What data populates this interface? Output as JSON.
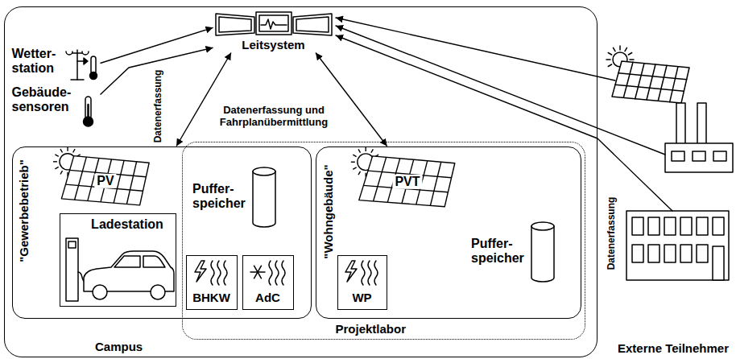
{
  "diagram": {
    "nodes": [
      {
        "text": [
          "Campus"
        ]
      },
      {
        "text": [
          "Leitsystem"
        ],
        "in": 0
      },
      {
        "text": [
          "Wetter- station"
        ],
        "in": 0
      },
      {
        "text": [
          "Gebäude- sensoren"
        ],
        "in": 0
      },
      {
        "text": [
          "Projektlabor"
        ],
        "in": 0
      },
      {
        "text": [
          "\"Gewerbebetrieb\""
        ],
        "in": 0
      },
      {
        "text": [
          "PV"
        ],
        "in": 5
      },
      {
        "text": [
          "Ladestation"
        ],
        "in": 5
      },
      {
        "text": [
          "Puffer- speicher"
        ],
        "in": 5
      },
      {
        "text": [
          "BHKW"
        ],
        "in": 5
      },
      {
        "text": [
          "AdC"
        ],
        "in": 5
      },
      {
        "text": [
          "\"Wohngebäude\""
        ],
        "in": 0
      },
      {
        "text": [
          "PVT"
        ],
        "in": 11
      },
      {
        "text": [
          "WP"
        ],
        "in": 11
      },
      {
        "text": [
          "Puffer- speicher"
        ],
        "in": 11
      }
    ],
    "edges": [
      {
        "from": 2,
        "to": 1,
        "arrow": "to"
      },
      {
        "from": 3,
        "to": 1,
        "arrow": "to"
      },
      {
        "from": 1,
        "to": 5,
        "arrow": "both"
      },
      {
        "from": 1,
        "to": 11,
        "arrow": "both"
      }
    ],
    "labels": [
      "Datenerfassung",
      "Datenerfassung und Fahrplanübermittlung",
      "Datenerfassung",
      "Externe Teilnehmer"
    ]
  }
}
